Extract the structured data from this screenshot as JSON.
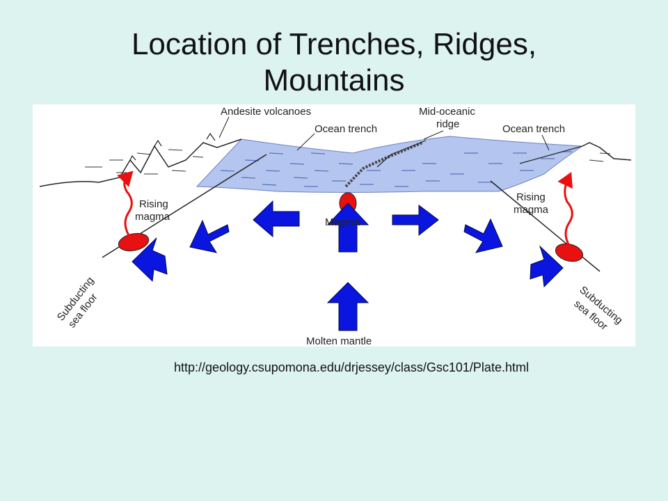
{
  "slide": {
    "title_line1": "Location of Trenches, Ridges,",
    "title_line2": "Mountains",
    "source_url": "http://geology.csupomona.edu/drjessey/class/Gsc101/Plate.html"
  },
  "diagram": {
    "labels": {
      "andesite_volcanoes": "Andesite volcanoes",
      "ocean_trench_left": "Ocean trench",
      "mid_oceanic_line1": "Mid-oceanic",
      "mid_oceanic_line2": "ridge",
      "ocean_trench_right": "Ocean trench",
      "rising_left_1": "Rising",
      "rising_left_2": "magma",
      "rising_right_1": "Rising",
      "rising_right_2": "magma",
      "magma": "Magma",
      "molten_mantle": "Molten mantle",
      "subducting_left_1": "Subducting",
      "subducting_left_2": "sea floor",
      "subducting_right_1": "Subducting",
      "subducting_right_2": "sea floor"
    },
    "colors": {
      "ocean": "#b4c6f0",
      "arrow": "#0a16e0",
      "magma": "#e81010",
      "line": "#222222"
    }
  }
}
